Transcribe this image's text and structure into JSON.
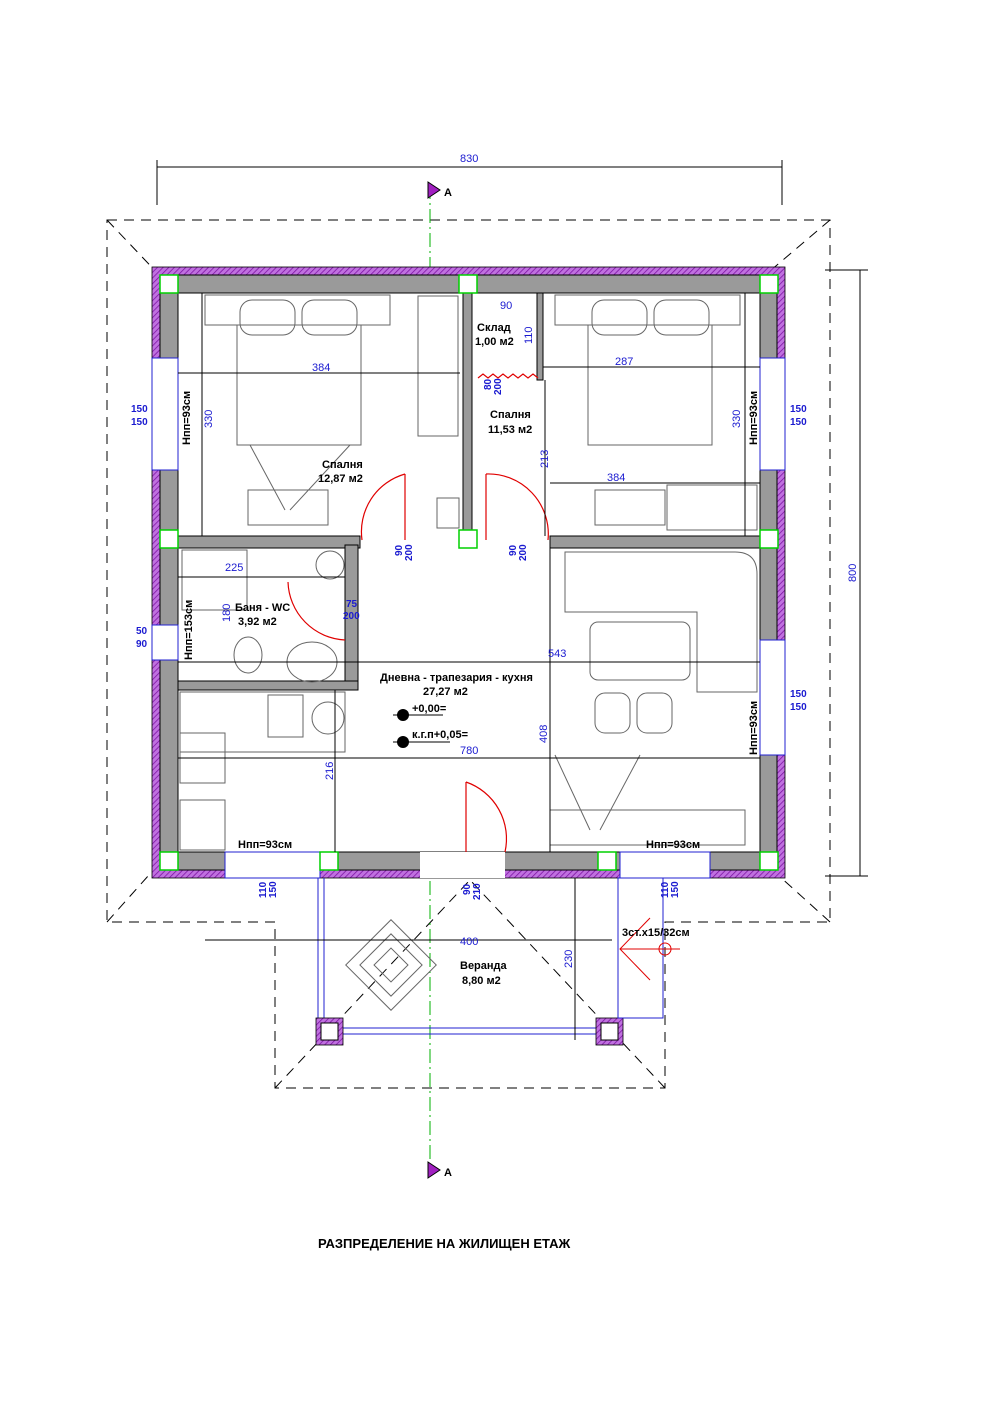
{
  "title": "РАЗПРЕДЕЛЕНИЕ НА ЖИЛИЩЕН ЕТАЖ",
  "section_marker": "A",
  "overall": {
    "width": "830",
    "depth": "800"
  },
  "rooms": [
    {
      "name": "Спалня",
      "area": "12,87 м2"
    },
    {
      "name": "Склад",
      "area": "1,00 м2"
    },
    {
      "name": "Спалня",
      "area": "11,53 м2"
    },
    {
      "name": "Баня - WC",
      "area": "3,92 м2"
    },
    {
      "name": "Дневна - трапезария - кухня",
      "area": "27,27 м2"
    },
    {
      "name": "Веранда",
      "area": "8,80 м2"
    }
  ],
  "levels": [
    "+0,00=",
    "к.г.п+0,05="
  ],
  "stairs": "3ст.х15/32см",
  "dimensions": {
    "bed1_w": "384",
    "bed1_h": "330",
    "store_w": "90",
    "store_h": "110",
    "bed2_w": "287",
    "bed2_w2": "384",
    "bed2_h": "330",
    "bed2_h2": "213",
    "bath_w": "225",
    "bath_h": "180",
    "living_w": "543",
    "living_w2": "780",
    "living_h": "408",
    "kitchen_h": "216",
    "veranda_w": "400",
    "veranda_h": "230"
  },
  "openings": {
    "door_store": [
      "80",
      "200"
    ],
    "door_bed1": [
      "90",
      "200"
    ],
    "door_bed2": [
      "90",
      "200"
    ],
    "door_bath": [
      "75",
      "200"
    ],
    "door_entry": [
      "90",
      "210"
    ],
    "win_left_bed": [
      "150",
      "150"
    ],
    "win_right_bed": [
      "150",
      "150"
    ],
    "win_bath": [
      "50",
      "90"
    ],
    "win_living_right": [
      "150",
      "150"
    ],
    "win_bottom_left": [
      "110",
      "150"
    ],
    "win_bottom_right": [
      "110",
      "150"
    ]
  },
  "sill_heights": {
    "left_bed": "Hпп=93см",
    "right_bed": "Hпп=93см",
    "bath": "Hпп=153см",
    "living_right": "Hпп=93см",
    "bottom_left": "Hпп=93см",
    "bottom_right": "Hпп=93см"
  },
  "colors": {
    "wall": "#9a9a9a",
    "insulation": "#a020c0",
    "dimension": "#1a1ad0",
    "door": "#e00000",
    "axis": "#00b000"
  }
}
